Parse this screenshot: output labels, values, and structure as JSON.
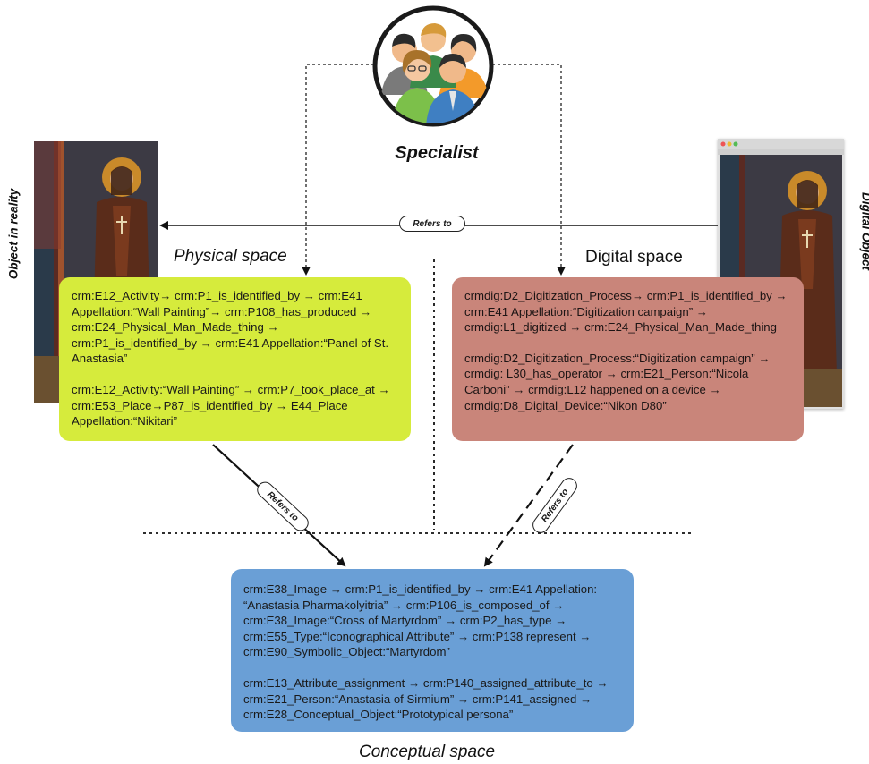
{
  "specialist": {
    "label": "Specialist"
  },
  "labels": {
    "object_in_reality": "Object in reality",
    "digital_object": "Digital Object",
    "physical_space": "Physical space",
    "digital_space": "Digital space",
    "conceptual_space": "Conceptual space",
    "refers_to_top": "Refers to",
    "refers_to_left": "Refers to",
    "refers_to_right": "Refers to"
  },
  "boxes": {
    "physical": {
      "p1": "crm:E12_Activity→ crm:P1_is_identified_by → crm:E41 Appellation:“Wall Painting”→ crm:P108_has_produced → crm:E24_Physical_Man_Made_thing → crm:P1_is_identified_by → crm:E41 Appellation:“Panel of St. Anastasia”",
      "p2": "crm:E12_Activity:“Wall Painting” → crm:P7_took_place_at → crm:E53_Place→P87_is_identified_by → E44_Place Appellation:“Nikitari”"
    },
    "digital": {
      "p1": "crmdig:D2_Digitization_Process→ crm:P1_is_identified_by → crm:E41 Appellation:“Digitization campaign” → crmdig:L1_digitized → crm:E24_Physical_Man_Made_thing",
      "p2": "crmdig:D2_Digitization_Process:“Digitization campaign” → crmdig: L30_has_operator → crm:E21_Person:“Nicola Carboni” → crmdig:L12 happened on a device → crmdig:D8_Digital_Device:“Nikon D80”"
    },
    "conceptual": {
      "p1": "crm:E38_Image → crm:P1_is_identified_by → crm:E41 Appellation: “Anastasia Pharmakolyitria” → crm:P106_is_composed_of → crm:E38_Image:“Cross of Martyrdom” → crm:P2_has_type → crm:E55_Type:“Iconographical Attribute” → crm:P138 represent → crm:E90_Symbolic_Object:“Martyrdom”",
      "p2": "crm:E13_Attribute_assignment → crm:P140_assigned_attribute_to → crm:E21_Person:“Anastasia of Sirmium” → crm:P141_assigned → crm:E28_Conceptual_Object:“Prototypical persona”"
    }
  },
  "colors": {
    "physical_box": "#d6eb3c",
    "digital_box": "#c9857a",
    "conceptual_box": "#6a9fd6",
    "avatar_ring": "#1a1a1a"
  },
  "icons": {
    "specialist": "group-of-people-icon"
  }
}
